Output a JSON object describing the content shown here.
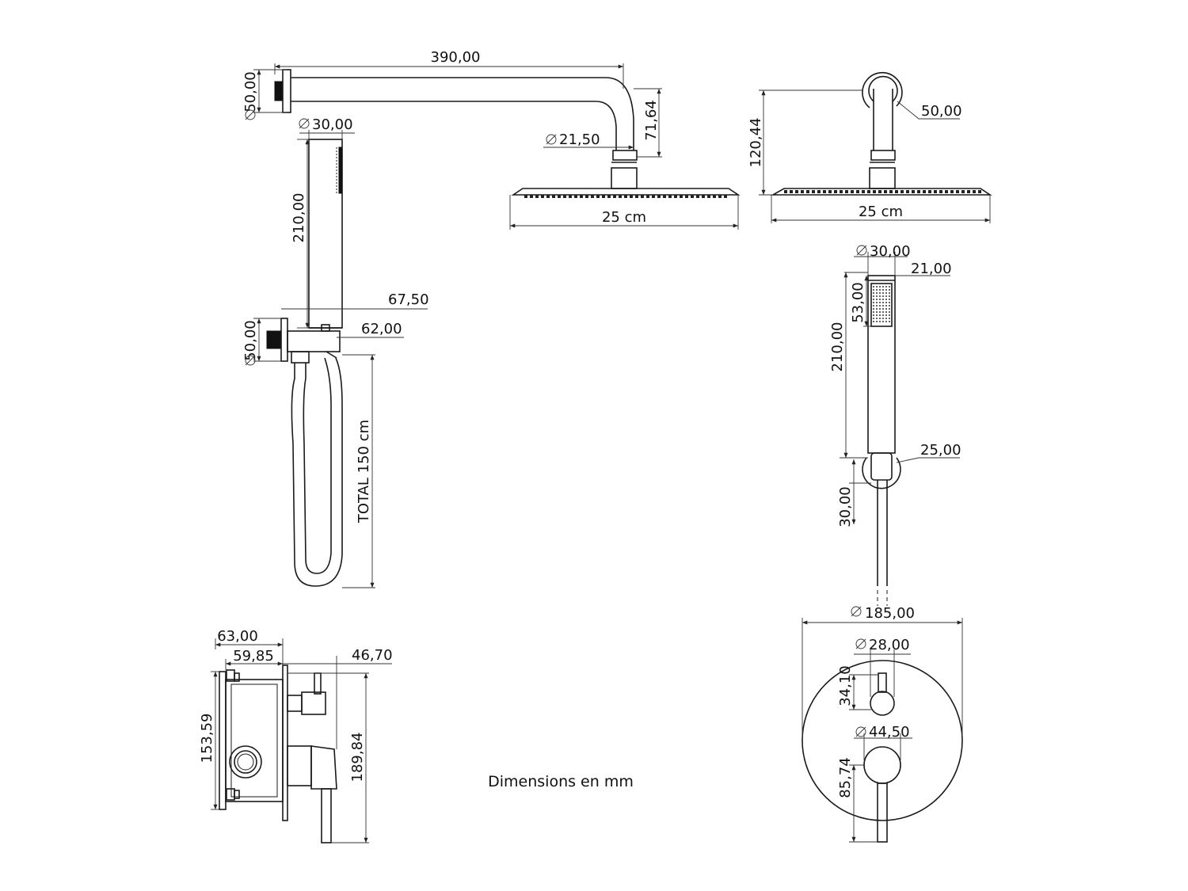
{
  "caption": "Dimensions en mm",
  "dimensions": {
    "arm_length": "390,00",
    "wall_flange_top": "50,00",
    "arm_drop": "71,64",
    "arm_diameter": "21,50",
    "head_width_front": "25 cm",
    "head_width_side": "25 cm",
    "side_height": "120,44",
    "side_flange": "50,00",
    "hand_diameter_left": "30,00",
    "hand_length_left": "210,00",
    "holder_depth": "67,50",
    "holder_flange_left": "50,00",
    "holder_offset": "62,00",
    "hose_total": "TOTAL 150 cm",
    "hand_diameter_right": "30,00",
    "hand_depth_right": "21,00",
    "spray_face": "53,00",
    "hand_length_right": "210,00",
    "holder_ring": "25,00",
    "holder_height": "30,00",
    "plate_diameter": "185,00",
    "knob_diameter": "28,00",
    "knob_offset": "34,10",
    "lever_diameter": "44,50",
    "lever_offset": "85,74",
    "box_depth": "63,00",
    "box_inner": "59,85",
    "valve_proj": "46,70",
    "box_height": "153,59",
    "total_height": "189,84"
  }
}
